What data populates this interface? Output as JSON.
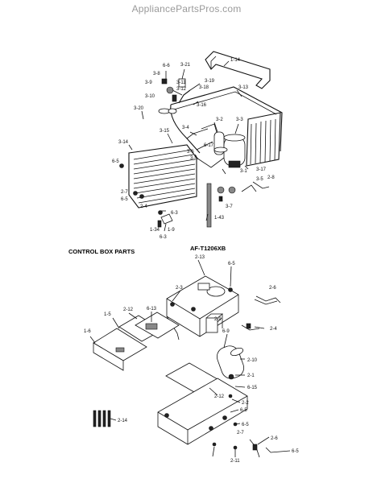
{
  "site": {
    "watermark": "AppliancePartsPros.com"
  },
  "sections": {
    "control_box_title": "CONTROL BOX PARTS",
    "model": "AF-T1206XB"
  },
  "upper_labels": {
    "l_1_14": "1-14",
    "l_6_6": "6-6",
    "l_3_21": "3-21",
    "l_3_8": "3-8",
    "l_3_9": "3-9",
    "l_3_11": "3-11",
    "l_3_12": "3-12",
    "l_3_19": "3-19",
    "l_3_13": "3-13",
    "l_3_18": "3-18",
    "l_3_10": "3-10",
    "l_3_20": "3-20",
    "l_3_16": "3-16",
    "l_3_2": "3-2",
    "l_3_3": "3-3",
    "l_3_15": "3-15",
    "l_3_4": "3-4",
    "l_3_14": "3-14",
    "l_3_6": "3-6",
    "l_6_17": "6-17",
    "l_3_5a": "3-5",
    "l_6_5a": "6-5",
    "l_3_1": "3-1",
    "l_3_17": "3-17",
    "l_3_5b": "3-5",
    "l_2_8": "2-8",
    "l_2_7a": "2-7",
    "l_6_5b": "6-5",
    "l_2_4a": "2-4",
    "l_6_3a": "6-3",
    "l_3_7": "3-7",
    "l_1_43": "1-43",
    "l_1_34": "1-34",
    "l_1_9": "1-9",
    "l_6_3b": "6-3"
  },
  "lower_labels": {
    "l_2_13": "2-13",
    "l_6_5c": "6-5",
    "l_2_6a": "2-6",
    "l_2_3": "2-3",
    "l_1_5": "1-5",
    "l_2_12a": "2-12",
    "l_6_13": "6-13",
    "l_2_4b": "2-4",
    "l_2_9": "2-9",
    "l_1_6": "1-6",
    "l_6_9": "6-9",
    "l_2_10": "2-10",
    "l_2_1": "2-1",
    "l_6_15": "6-15",
    "l_2_12b": "2-12",
    "l_2_2": "2-2",
    "l_6_5d": "6-5",
    "l_2_14": "2-14",
    "l_2_7b": "2-7",
    "l_2_6b": "2-6",
    "l_6_5e": "6-5",
    "l_6_5f": "6-5",
    "l_2_11": "2-11"
  }
}
